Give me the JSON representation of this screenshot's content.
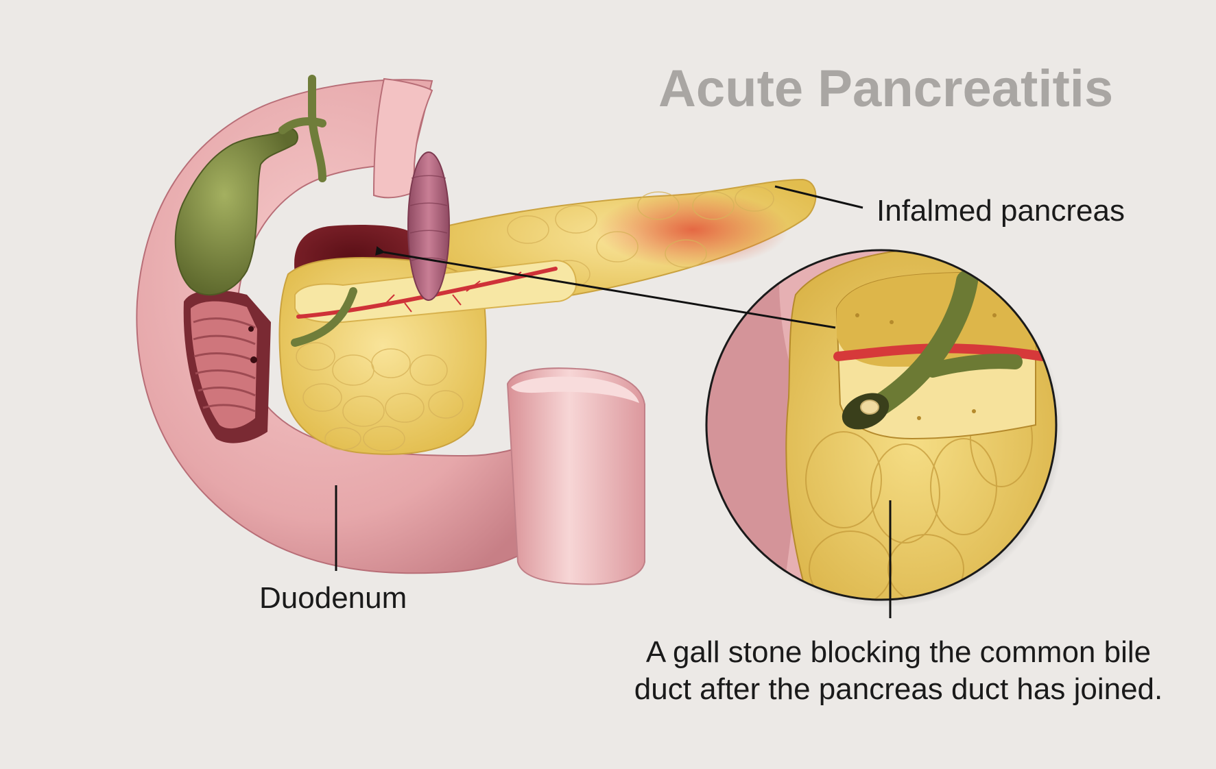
{
  "title": "Acute Pancreatitis",
  "labels": {
    "pancreas": "Infalmed pancreas",
    "duodenum": "Duodenum",
    "stone_line1": "A gall stone blocking the common bile",
    "stone_line2": "duct after the pancreas duct has joined."
  },
  "colors": {
    "background": "#ece9e6",
    "duodenum": "#e9aeb0",
    "pancreas": "#f2d46f",
    "gallbladder": "#7f8f45",
    "artery": "#d6393a",
    "inflammation": "#e8704a"
  }
}
